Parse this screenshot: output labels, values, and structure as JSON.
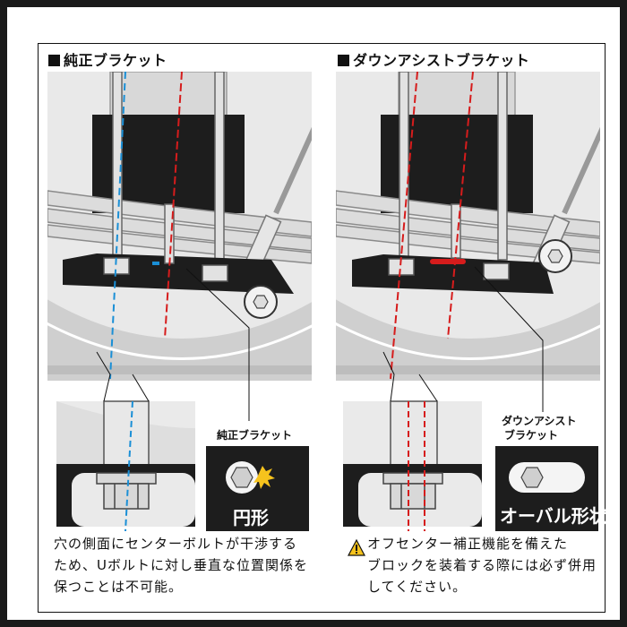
{
  "left": {
    "heading": "純正ブラケット",
    "callout": "純正ブラケット",
    "hole_shape": "円形",
    "description": [
      "穴の側面にセンターボルトが干渉する",
      "ため、Uボルトに対し垂直な位置関係を",
      "保つことは不可能。"
    ]
  },
  "right": {
    "heading": "ダウンアシストブラケット",
    "callout": [
      "ダウンアシスト",
      "ブラケット"
    ],
    "hole_shape": "オーバル形状",
    "description": [
      "オフセンター補正機能を備えた",
      "ブロックを装着する際には必ず併用",
      "してください。"
    ]
  },
  "colors": {
    "offset_line": "#1a8fd6",
    "center_line": "#d61c1c",
    "collision": "#f6c31d",
    "bracket": "#1d1d1d",
    "warning": "#f6c31d"
  },
  "icons": [
    "warning-icon",
    "nut-icon",
    "collision-icon"
  ]
}
